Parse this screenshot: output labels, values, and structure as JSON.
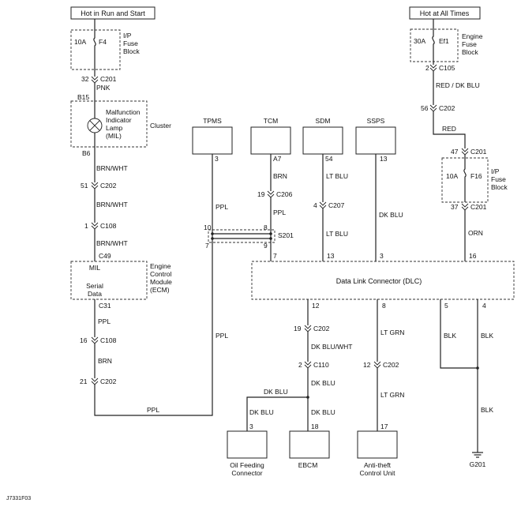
{
  "sources": {
    "run_start": "Hot in Run and Start",
    "all_times": "Hot at All Times"
  },
  "fuses": {
    "f4": {
      "rating": "10A",
      "name": "F4",
      "block_line1": "I/P",
      "block_line2": "Fuse",
      "block_line3": "Block"
    },
    "ef1": {
      "rating": "30A",
      "name": "Ef1",
      "block_line1": "Engine",
      "block_line2": "Fuse",
      "block_line3": "Block"
    },
    "f16": {
      "rating": "10A",
      "name": "F16",
      "block_line1": "I/P",
      "block_line2": "Fuse",
      "block_line3": "Block"
    }
  },
  "cluster": {
    "name": "Cluster",
    "lamp_line1": "Malfunction",
    "lamp_line2": "Indicator",
    "lamp_line3": "Lamp",
    "lamp_line4": "(MIL)",
    "pin_in": "B15",
    "pin_out": "B6"
  },
  "ecm": {
    "line1": "Engine",
    "line2": "Control",
    "line3": "Module",
    "line4": "(ECM)",
    "inner1": "MIL",
    "inner2": "Serial",
    "inner3": "Data",
    "pin_top": "C49",
    "pin_bottom": "C31"
  },
  "modules": {
    "tpms": {
      "name": "TPMS",
      "pin": "3"
    },
    "tcm": {
      "name": "TCM",
      "pin": "A7"
    },
    "sdm": {
      "name": "SDM",
      "pin": "54"
    },
    "ssps": {
      "name": "SSPS",
      "pin": "13"
    }
  },
  "dlc": {
    "name": "Data Link Connector (DLC)",
    "pin13": "13",
    "pin3": "3",
    "pin16": "16",
    "pin12": "12",
    "pin8": "8",
    "pin5": "5",
    "pin4": "4"
  },
  "splice": {
    "name": "S201",
    "p10": "10",
    "p8": "8",
    "p7": "7",
    "p9": "9",
    "p7b": "7"
  },
  "connectors": {
    "c201_top_pin": "32",
    "c201_top": "C201",
    "c202_a_pin": "51",
    "c202_a": "C202",
    "c108_a_pin": "1",
    "c108_a": "C108",
    "c108_b_pin": "16",
    "c108_b": "C108",
    "c202_b_pin": "21",
    "c202_b": "C202",
    "c206_pin": "19",
    "c206": "C206",
    "c207_pin": "4",
    "c207": "C207",
    "c105_pin": "2",
    "c105": "C105",
    "c202_c_pin": "56",
    "c202_c": "C202",
    "c201_b_pin": "47",
    "c201_b": "C201",
    "c201_c_pin": "37",
    "c201_c": "C201",
    "c202_d_pin": "19",
    "c202_d": "C202",
    "c110_pin": "2",
    "c110": "C110",
    "c202_e_pin": "12",
    "c202_e": "C202"
  },
  "wires": {
    "pnk": "PNK",
    "brn_wht_1": "BRN/WHT",
    "brn_wht_2": "BRN/WHT",
    "brn_wht_3": "BRN/WHT",
    "ppl_ecm": "PPL",
    "brn_ecm": "BRN",
    "ppl_bottom": "PPL",
    "ppl_tpms_1": "PPL",
    "ppl_tpms_2": "PPL",
    "brn_tcm": "BRN",
    "ppl_tcm": "PPL",
    "lt_blu_1": "LT BLU",
    "lt_blu_2": "LT BLU",
    "dk_blu_ssps": "DK BLU",
    "red_dk_blu": "RED / DK BLU",
    "red": "RED",
    "orn": "ORN",
    "dk_blu_wht": "DK BLU/WHT",
    "dk_blu_1": "DK BLU",
    "dk_blu_2": "DK BLU",
    "dk_blu_3": "DK BLU",
    "dk_blu_4": "DK BLU",
    "lt_grn_1": "LT GRN",
    "lt_grn_2": "LT GRN",
    "blk_1": "BLK",
    "blk_2": "BLK",
    "blk_3": "BLK"
  },
  "bottom_modules": {
    "oil": {
      "line1": "Oil Feeding",
      "line2": "Connector",
      "pin": "3"
    },
    "ebcm": {
      "line1": "EBCM",
      "pin": "18"
    },
    "antitheft": {
      "line1": "Anti-theft",
      "line2": "Control Unit",
      "pin": "17"
    }
  },
  "ground": {
    "name": "G201"
  },
  "figure_id": "J7331F03"
}
